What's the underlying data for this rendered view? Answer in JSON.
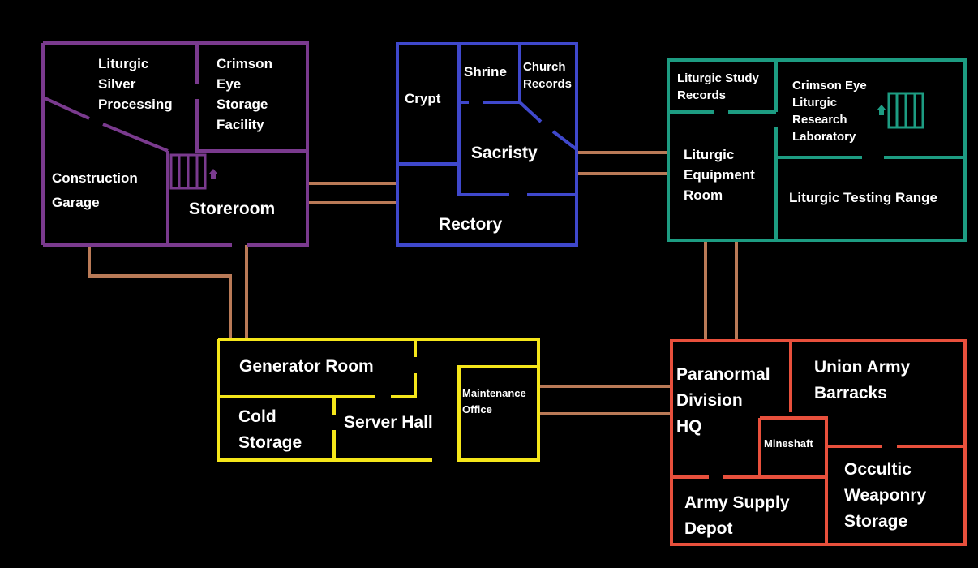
{
  "colors": {
    "background": "#000000",
    "corridor": "#b97a57",
    "purple_wing": "#7a3a8e",
    "blue_wing": "#3f48cc",
    "teal_wing": "#1d9c82",
    "yellow_wing": "#f5e61a",
    "red_wing": "#e8503c"
  },
  "rooms": {
    "liturgic_silver_processing": [
      "Liturgic",
      "Silver",
      "Processing"
    ],
    "crimson_eye_storage": [
      "Crimson",
      "Eye",
      "Storage",
      "Facility"
    ],
    "construction_garage": [
      "Construction",
      "Garage"
    ],
    "storeroom": "Storeroom",
    "crypt": "Crypt",
    "shrine": "Shrine",
    "church_records": [
      "Church",
      "Records"
    ],
    "sacristy": "Sacristy",
    "rectory": "Rectory",
    "liturgic_study_records": [
      "Liturgic Study",
      "Records"
    ],
    "crimson_eye_research_lab": [
      "Crimson Eye",
      "Liturgic",
      "Research",
      "Laboratory"
    ],
    "liturgic_equipment_room": [
      "Liturgic",
      "Equipment",
      "Room"
    ],
    "liturgic_testing_range": "Liturgic Testing Range",
    "generator_room": "Generator Room",
    "cold_storage": [
      "Cold",
      "Storage"
    ],
    "server_hall": "Server Hall",
    "maintenance_office": [
      "Maintenance",
      "Office"
    ],
    "paranormal_division_hq": [
      "Paranormal",
      "Division",
      "HQ"
    ],
    "union_army_barracks": [
      "Union Army",
      "Barracks"
    ],
    "mineshaft": "Mineshaft",
    "army_supply_depot": [
      "Army Supply",
      "Depot"
    ],
    "occultic_weaponry_storage": [
      "Occultic",
      "Weaponry",
      "Storage"
    ]
  },
  "icons": {
    "staircase": "staircase-icon",
    "up_arrow": "up-arrow-icon"
  }
}
